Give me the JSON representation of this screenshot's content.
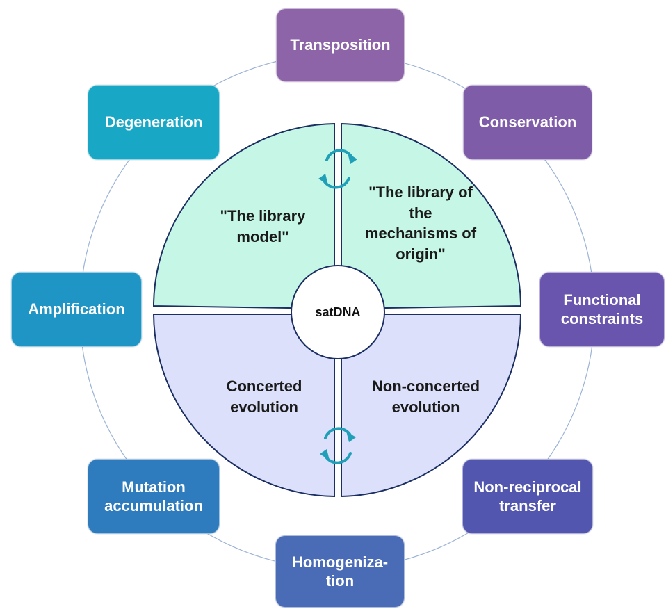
{
  "center": {
    "label": "satDNA"
  },
  "quadrants": {
    "top_left": {
      "label": "\"The library model\""
    },
    "top_right": {
      "label": "\"The library of the mechanisms of origin\""
    },
    "bottom_left": {
      "label": "Concerted evolution"
    },
    "bottom_right": {
      "label": "Non-concerted evolution"
    }
  },
  "boxes": [
    {
      "id": "transposition",
      "label": "Transposition",
      "color": "#8D64A8"
    },
    {
      "id": "conservation",
      "label": "Conservation",
      "color": "#7F5CA8"
    },
    {
      "id": "functional_constraints",
      "label": "Functional constraints",
      "color": "#6A55AE"
    },
    {
      "id": "non_reciprocal_transfer",
      "label": "Non-reciprocal transfer",
      "color": "#5356AE"
    },
    {
      "id": "homogenization",
      "label": "Homogeniza-tion",
      "color": "#4A6CB6"
    },
    {
      "id": "mutation_accumulation",
      "label": "Mutation accumulation",
      "color": "#2E7BBD"
    },
    {
      "id": "amplification",
      "label": "Amplification",
      "color": "#1F95C6"
    },
    {
      "id": "degeneration",
      "label": "Degeneration",
      "color": "#19A7C6"
    }
  ],
  "colors": {
    "top_fill": "#C6F6E6",
    "bottom_fill": "#DCE0FA",
    "circle_stroke": "#1B2F63",
    "ring_stroke": "#9BB3D6",
    "arrows": "#1FA0B8"
  },
  "icons": [
    "cycle-arrows-icon",
    "cycle-arrows-icon"
  ]
}
